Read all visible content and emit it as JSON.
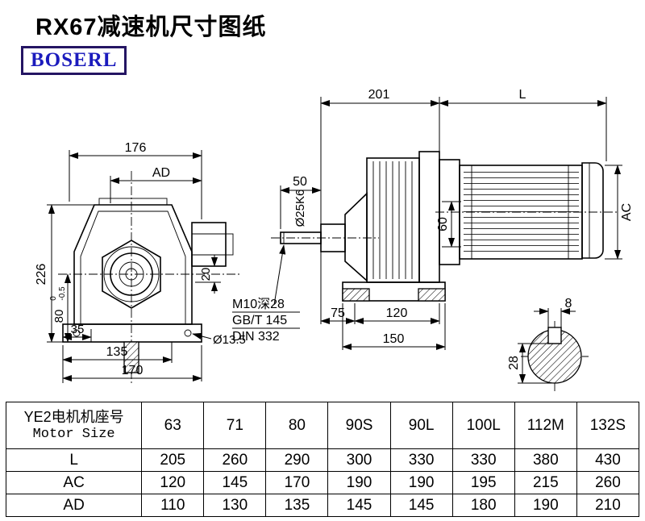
{
  "title": "RX67减速机尺寸图纸",
  "logo": "BOSERL",
  "front_view": {
    "dim_width_top": "176",
    "dim_ad": "AD",
    "dim_height": "226",
    "dim_80": "80",
    "dim_80_tol_upper": "0",
    "dim_80_tol_lower": "-0.5",
    "dim_35": "35",
    "dim_135": "135",
    "dim_170": "170",
    "dim_20": "20",
    "dim_hole": "Ø13.5"
  },
  "side_view": {
    "dim_201": "201",
    "dim_l": "L",
    "dim_50": "50",
    "dim_shaft": "Ø25K6",
    "dim_60": "60",
    "dim_ac": "AC",
    "note_line1": "M10深28",
    "note_line2": "GB/T 145",
    "note_line3": "DIN 332",
    "dim_75": "75",
    "dim_120": "120",
    "dim_150": "150"
  },
  "shaft_section": {
    "dim_key_width": "8",
    "dim_28": "28"
  },
  "table": {
    "header": {
      "line1": "YE2电机机座号",
      "line2": "Motor Size"
    },
    "motor_sizes": [
      "63",
      "71",
      "80",
      "90S",
      "90L",
      "100L",
      "112M",
      "132S"
    ],
    "rows": [
      {
        "label": "L",
        "values": [
          "205",
          "260",
          "290",
          "300",
          "330",
          "330",
          "380",
          "430"
        ]
      },
      {
        "label": "AC",
        "values": [
          "120",
          "145",
          "170",
          "190",
          "190",
          "195",
          "215",
          "260"
        ]
      },
      {
        "label": "AD",
        "values": [
          "110",
          "130",
          "135",
          "145",
          "145",
          "180",
          "190",
          "210"
        ]
      }
    ]
  }
}
